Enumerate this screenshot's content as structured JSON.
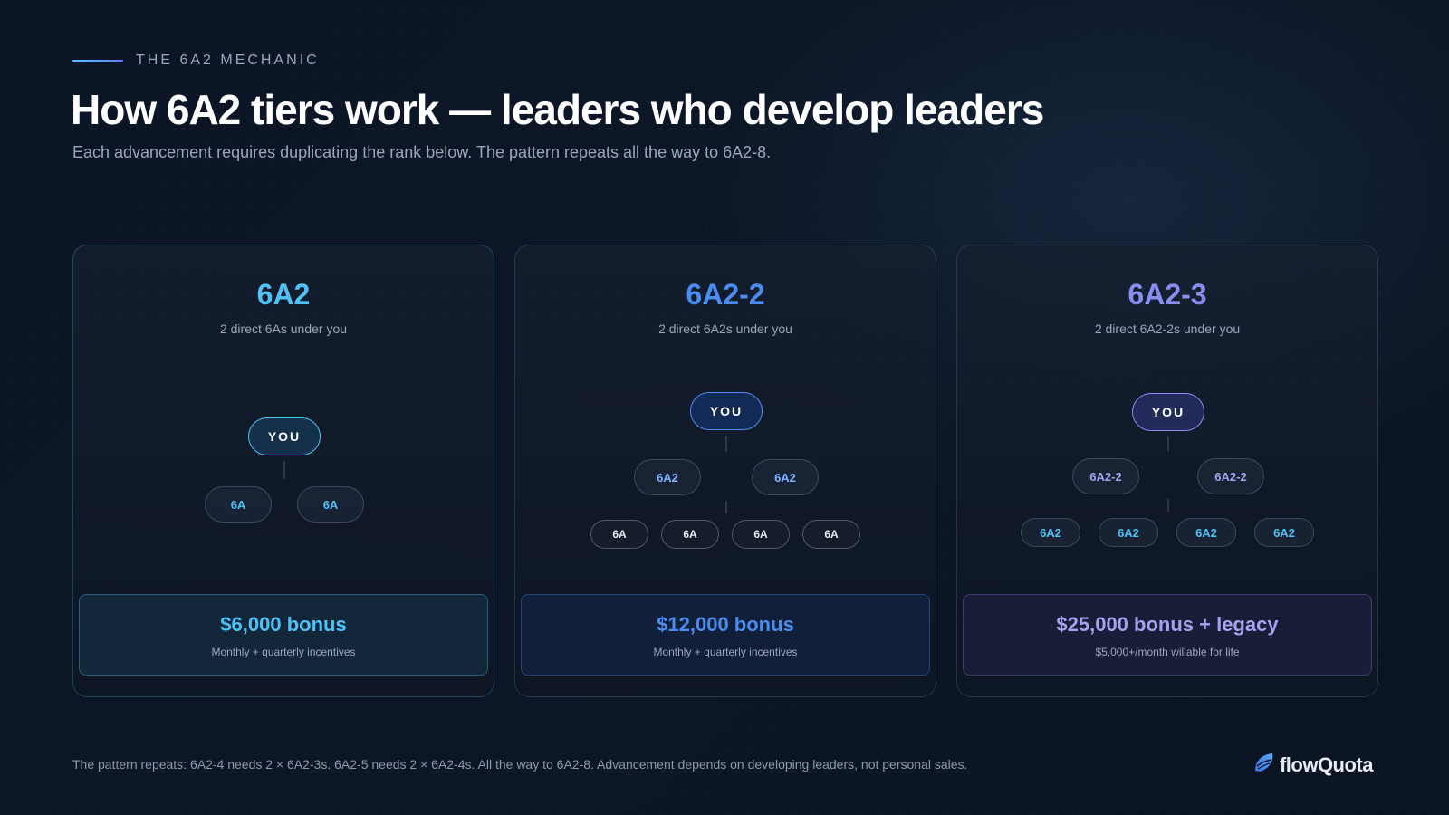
{
  "eyebrow": "THE 6A2 MECHANIC",
  "title": "How 6A2 tiers work — leaders who develop leaders",
  "subtitle": "Each advancement requires duplicating the rank below. The pattern repeats all the way to 6A2-8.",
  "colors": {
    "cyan": "#4fc3f7",
    "blue": "#4a8cf0",
    "purple": "#8a8cf0",
    "background": "#0b1525"
  },
  "cards": [
    {
      "tier": "6A2",
      "requirement": "2 direct 6As under you",
      "you_label": "YOU",
      "level1": [
        "6A",
        "6A"
      ],
      "level2": [],
      "bonus": "$6,000 bonus",
      "bonus_note": "Monthly + quarterly incentives"
    },
    {
      "tier": "6A2-2",
      "requirement": "2 direct 6A2s under you",
      "you_label": "YOU",
      "level1": [
        "6A2",
        "6A2"
      ],
      "level2": [
        "6A",
        "6A",
        "6A",
        "6A"
      ],
      "bonus": "$12,000 bonus",
      "bonus_note": "Monthly + quarterly incentives"
    },
    {
      "tier": "6A2-3",
      "requirement": "2 direct 6A2-2s under you",
      "you_label": "YOU",
      "level1": [
        "6A2-2",
        "6A2-2"
      ],
      "level2": [
        "6A2",
        "6A2",
        "6A2",
        "6A2"
      ],
      "bonus": "$25,000 bonus + legacy",
      "bonus_note": "$5,000+/month willable for life"
    }
  ],
  "footnote": "The pattern repeats: 6A2-4 needs 2 × 6A2-3s. 6A2-5 needs 2 × 6A2-4s. All the way to 6A2-8. Advancement depends on developing leaders, not personal sales.",
  "logo": {
    "text": "flowQuota",
    "icon": "wave-logo-icon"
  }
}
